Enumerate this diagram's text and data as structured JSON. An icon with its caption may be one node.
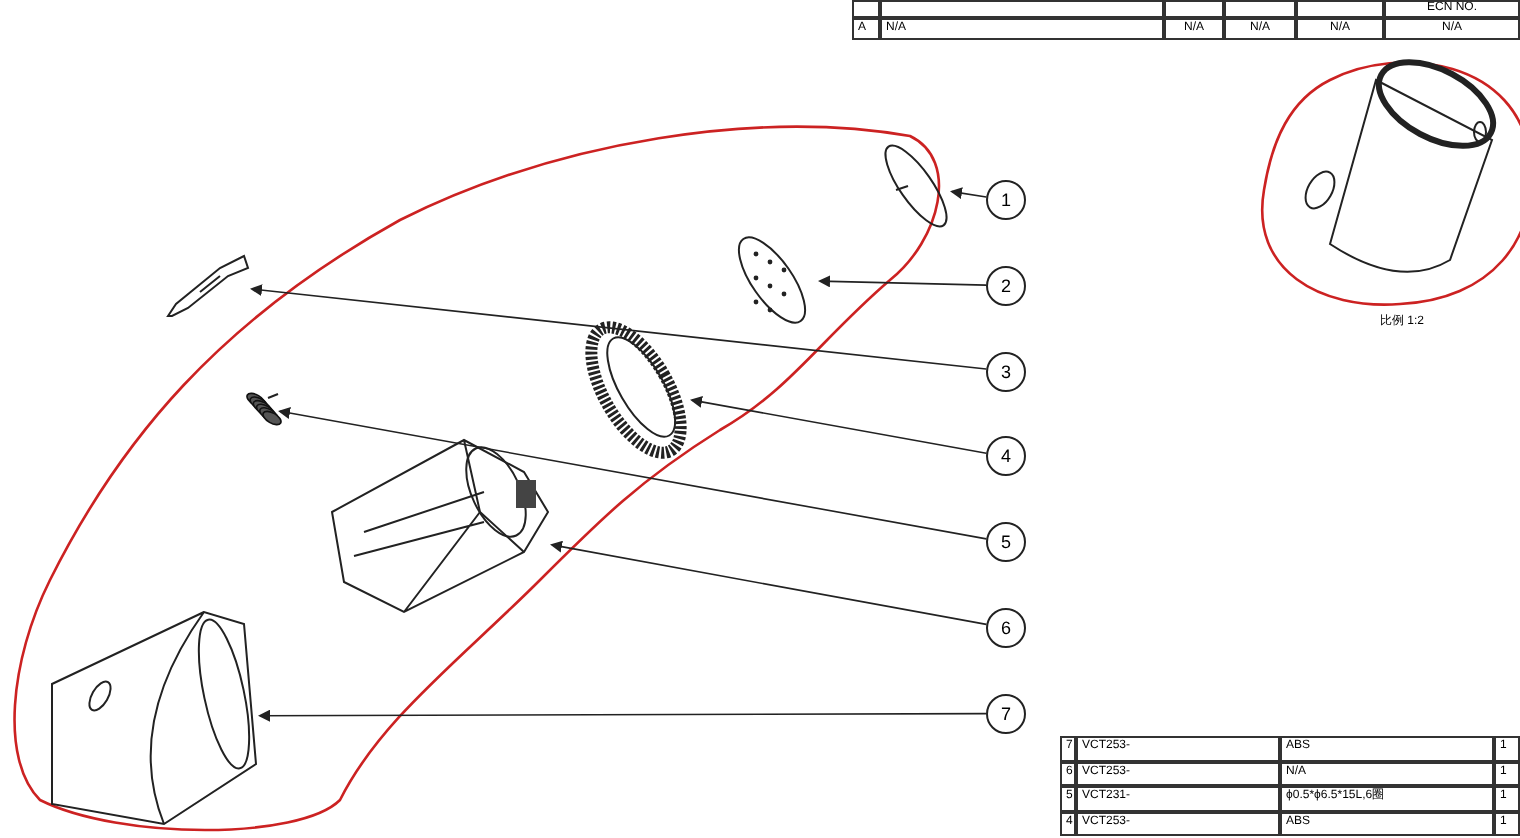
{
  "diagram": {
    "nodes": [
      {
        "text": [
          "1"
        ]
      },
      {
        "text": [
          "2"
        ]
      },
      {
        "text": [
          "3"
        ]
      },
      {
        "text": [
          "4"
        ]
      },
      {
        "text": [
          "5"
        ]
      },
      {
        "text": [
          "6"
        ]
      },
      {
        "text": [
          "7"
        ]
      },
      {
        "text": [],
        "shape": "picture"
      },
      {
        "text": [],
        "shape": "picture"
      },
      {
        "text": [],
        "shape": "picture"
      },
      {
        "text": [],
        "shape": "picture"
      },
      {
        "text": [],
        "shape": "picture"
      },
      {
        "text": [],
        "shape": "picture"
      },
      {
        "text": [],
        "shape": "picture"
      }
    ],
    "edges": [
      {
        "from": 0,
        "to": 7,
        "arrow": "to"
      },
      {
        "from": 1,
        "to": 9,
        "arrow": "to"
      },
      {
        "from": 2,
        "to": 8,
        "arrow": "to"
      },
      {
        "from": 3,
        "to": 10,
        "arrow": "to"
      },
      {
        "from": 4,
        "to": 11,
        "arrow": "to"
      },
      {
        "from": 5,
        "to": 12,
        "arrow": "to"
      },
      {
        "from": 6,
        "to": 13,
        "arrow": "to"
      }
    ],
    "labels": [
      "ECN NO.",
      "A",
      "N/A",
      "N/A",
      "N/A",
      "N/A",
      "N/A",
      "比例 1:2",
      "7",
      "VCT253-",
      "ABS",
      "1",
      "6",
      "VCT253-",
      "N/A",
      "1",
      "5",
      "VCT231-",
      "ϕ0.5*ϕ6.5*15L,6圈",
      "1",
      "4",
      "VCT253-",
      "ABS",
      "1"
    ]
  }
}
